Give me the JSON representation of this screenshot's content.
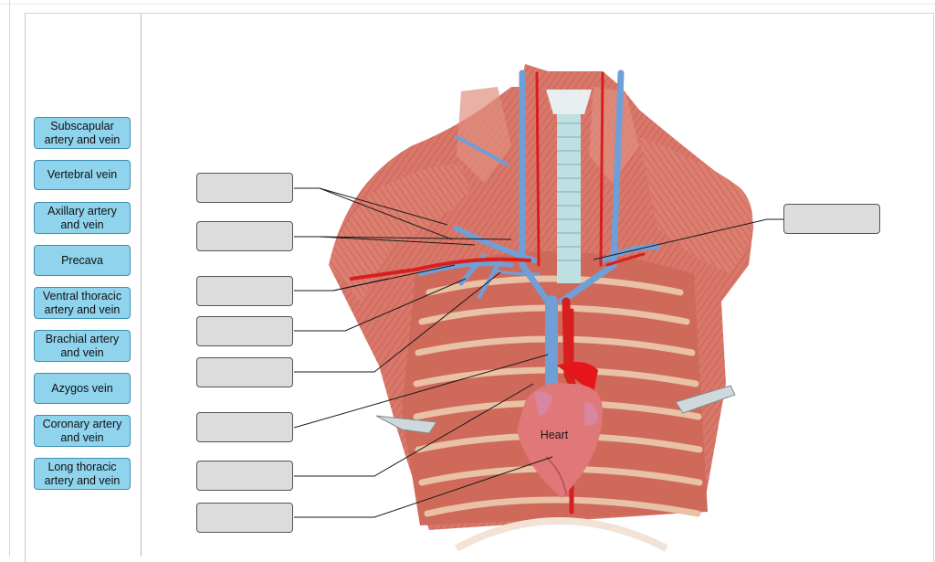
{
  "term_bank": [
    {
      "label": "Subscapular artery and vein"
    },
    {
      "label": "Vertebral vein"
    },
    {
      "label": "Axillary artery and vein"
    },
    {
      "label": "Precava"
    },
    {
      "label": "Ventral thoracic artery and vein"
    },
    {
      "label": "Brachial artery and vein"
    },
    {
      "label": "Azygos vein"
    },
    {
      "label": "Coronary artery and vein"
    },
    {
      "label": "Long thoracic artery and vein"
    }
  ],
  "figure": {
    "heart_label": "Heart"
  },
  "colors": {
    "term_fill": "#8fd3ec",
    "term_border": "#3d8fb1",
    "drop_fill": "#dcdcdc",
    "muscle": "#d9786a",
    "vein": "#6f9fd6",
    "artery": "#d81f1f"
  }
}
